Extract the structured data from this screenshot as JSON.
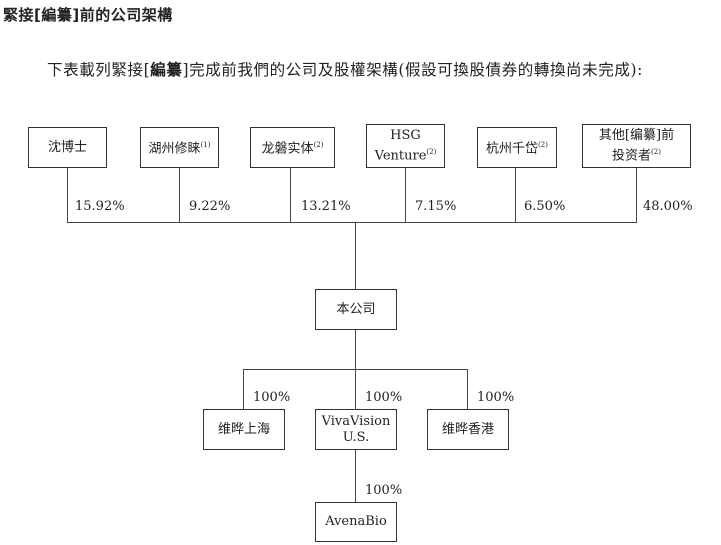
{
  "heading": "緊接[編纂]前的公司架構",
  "paragraph": {
    "before": "下表載列緊接[",
    "bold": "編纂",
    "after": "]完成前我們的公司及股權架構(假設可換股債券的轉換尚未完成):"
  },
  "shareholders": [
    {
      "name": "沈博士",
      "note": "",
      "pct": "15.92%"
    },
    {
      "name": "湖州修睐",
      "note": "(1)",
      "pct": "9.22%"
    },
    {
      "name": "龙磐实体",
      "note": "(2)",
      "pct": "13.21%"
    },
    {
      "name": "HSG",
      "name2": "Venture",
      "note": "(2)",
      "pct": "7.15%"
    },
    {
      "name": "杭州千岱",
      "note": "(2)",
      "pct": "6.50%"
    },
    {
      "name": "其他[编纂]前",
      "name2": "投资者",
      "note": "(2)",
      "pct": "48.00%"
    }
  ],
  "company": "本公司",
  "subsidiaries": [
    {
      "name": "维晔上海",
      "pct": "100%"
    },
    {
      "name": "VivaVision",
      "name2": "U.S.",
      "pct": "100%"
    },
    {
      "name": "维晔香港",
      "pct": "100%"
    }
  ],
  "sub_subsidiary": {
    "name": "AvenaBio",
    "pct": "100%"
  }
}
